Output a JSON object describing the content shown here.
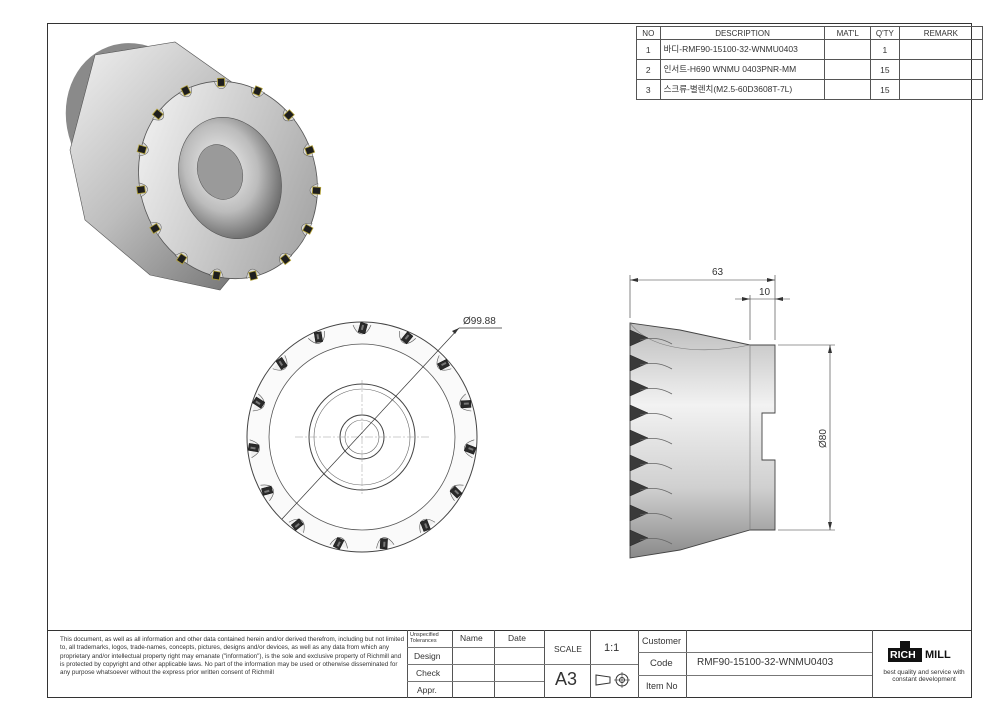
{
  "bom": {
    "headers": {
      "no": "NO",
      "description": "DESCRIPTION",
      "material": "MAT'L",
      "qty": "Q'TY",
      "remark": "REMARK"
    },
    "rows": [
      {
        "no": "1",
        "description": "바디-RMF90-15100-32-WNMU0403",
        "material": "",
        "qty": "1",
        "remark": ""
      },
      {
        "no": "2",
        "description": "인서트-H690 WNMU 0403PNR-MM",
        "material": "",
        "qty": "15",
        "remark": ""
      },
      {
        "no": "3",
        "description": "스크류-별렌치(M2.5-60D3608T-7L)",
        "material": "",
        "qty": "15",
        "remark": ""
      }
    ]
  },
  "dimensions": {
    "overall_length": "63",
    "shank_length": "10",
    "cutter_diameter": "Ø99.88",
    "shank_diameter": "Ø80"
  },
  "title_block": {
    "disclaimer": "This document, as well as all information and other data contained herein and/or derived therefrom, including but not limited to, all trademarks, logos, trade-names, concepts, pictures, designs and/or devices, as well as any data from which any proprietary and/or intellectual property right may emanate (\"information\"), is the sole and exclusive property of Richmill and is protected by copyright and other applicable laws. No part of the information may be used or otherwise disseminated for any purpose whatsoever without the express prior written consent of Richmill",
    "unspecified_tolerances": "Unspecified Tolerances",
    "name_header": "Name",
    "date_header": "Date",
    "design_label": "Design",
    "check_label": "Check",
    "approval_label": "Appr.",
    "scale_label": "SCALE",
    "scale_value": "1:1",
    "sheet_size": "A3",
    "customer_label": "Customer",
    "customer_value": "",
    "code_label": "Code",
    "code_value": "RMF90-15100-32-WNMU0403",
    "item_no_label": "Item No",
    "item_no_value": "",
    "logo_left": "RICH",
    "logo_right": "MILL",
    "tagline": "best quality and service with constant development"
  },
  "colors": {
    "frame": "#333333",
    "metal_light": "#e6e6e6",
    "metal_dark": "#6a6a6a",
    "insert": "#222222",
    "insert_accent": "#b3a23a"
  }
}
